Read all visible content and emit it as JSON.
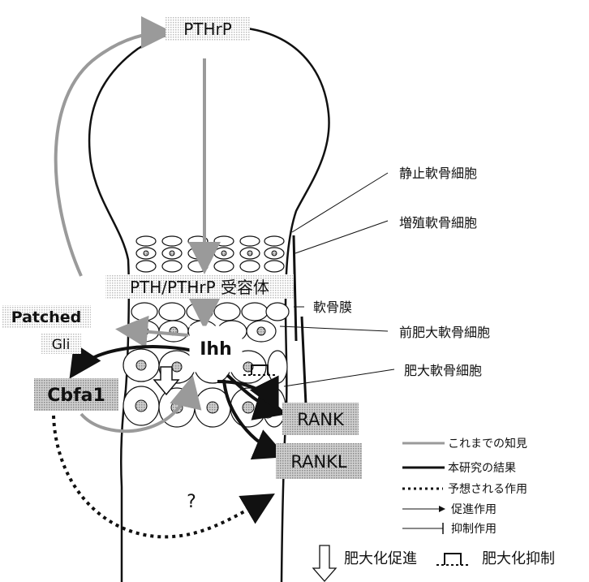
{
  "labels": {
    "pthrp": "PTHrP",
    "receptor": "PTH/PTHrP 受容体",
    "patched": "Patched",
    "gli": "Gli",
    "ihh": "Ihh",
    "cbfa1": "Cbfa1",
    "rank": "RANK",
    "rankl": "RANKL",
    "question": "?",
    "resting": "静止軟骨細胞",
    "proliferating": "増殖軟骨細胞",
    "perichondrium": "軟骨膜",
    "prehypertrophic": "前肥大軟骨細胞",
    "hypertrophic": "肥大軟骨細胞"
  },
  "legend": {
    "known": "これまでの知見",
    "result": "本研究の結果",
    "predicted": "予想される作用",
    "promote": "促進作用",
    "inhibit": "抑制作用",
    "hyper_promote": "肥大化促進",
    "hyper_inhibit": "肥大化抑制"
  },
  "colors": {
    "known": "#9a9a9a",
    "result": "#111111",
    "box_fill": "#d9d9d9"
  }
}
